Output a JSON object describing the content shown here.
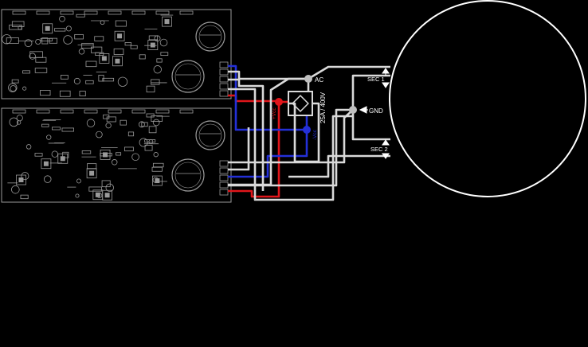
{
  "diagram": {
    "colors": {
      "background": "#000000",
      "wire_white": "#d9d9d9",
      "wire_red": "#e0161b",
      "wire_blue": "#2430d8",
      "pcb_outline": "#9a9a9a",
      "junction_gray": "#bfbfbf",
      "junction_red": "#e0161b",
      "junction_blue": "#2430d8",
      "transformer": "#ffffff"
    },
    "boards": [
      {
        "name": "amplifier-board-top"
      },
      {
        "name": "amplifier-board-bottom"
      }
    ],
    "labels": {
      "ac": "AC",
      "gnd": "GND",
      "sec1": "SEC 1",
      "sec2": "SEC 2",
      "bridge_rating": "25A / 400V",
      "vcc_pos": "+Vcc",
      "vcc_neg": "-Vcc"
    },
    "icons": {
      "bridge_rectifier": "bridge-rectifier-icon",
      "transformer": "toroidal-transformer-icon"
    }
  }
}
